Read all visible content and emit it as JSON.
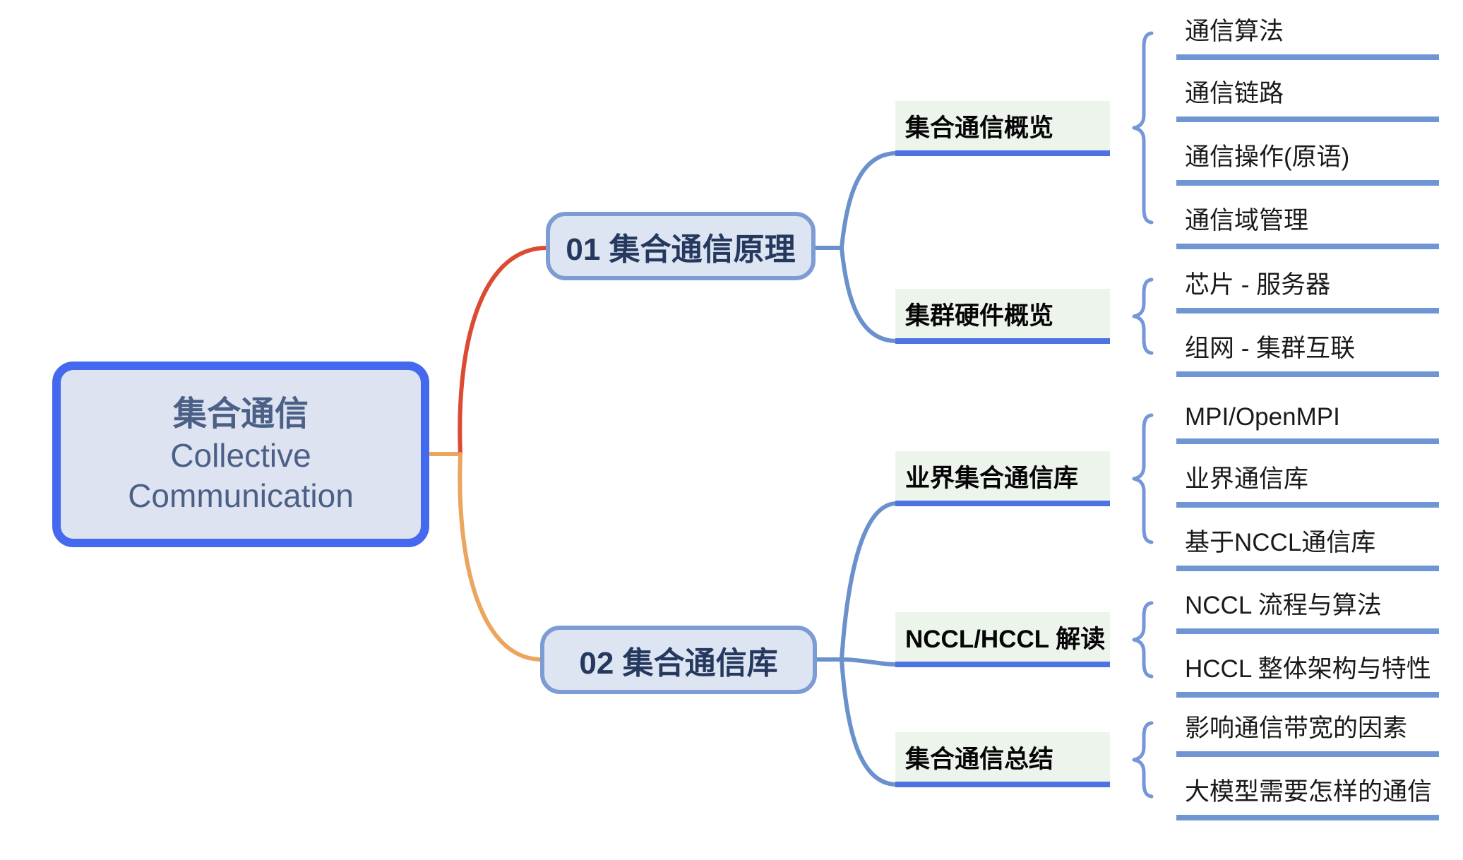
{
  "colors": {
    "background": "#FFFFFF",
    "root_border": "#4468EE",
    "root_fill": "#DEE3F1",
    "root_text": "#4B6087",
    "node_border": "#7D9CD4",
    "node_fill": "#DEE5F2",
    "node_text": "#25395F",
    "label_bg": "#ECF4EC",
    "label_text": "#050505",
    "label_underline": "#4B73E3",
    "leaf_underline": "#6F96D2",
    "leaf_text": "#1A1A1A",
    "curve_blue": "#6B91CC",
    "curve_red": "#DC4A31",
    "curve_orange": "#ECA55E",
    "brace": "#7696DA"
  },
  "root": {
    "title_zh": "集合通信",
    "title_en": "Collective Communication"
  },
  "branches": [
    {
      "label": "01 集合通信原理",
      "topics": [
        {
          "label": "集合通信概览",
          "children": [
            "通信算法",
            "通信链路",
            "通信操作(原语)",
            "通信域管理"
          ]
        },
        {
          "label": "集群硬件概览",
          "children": [
            "芯片 - 服务器",
            "组网 - 集群互联"
          ]
        }
      ]
    },
    {
      "label": "02 集合通信库",
      "topics": [
        {
          "label": "业界集合通信库",
          "children": [
            "MPI/OpenMPI",
            "业界通信库",
            "基于NCCL通信库"
          ]
        },
        {
          "label": "NCCL/HCCL 解读",
          "children": [
            "NCCL 流程与算法",
            "HCCL 整体架构与特性"
          ]
        },
        {
          "label": "集合通信总结",
          "children": [
            "影响通信带宽的因素",
            "大模型需要怎样的通信"
          ]
        }
      ]
    }
  ]
}
